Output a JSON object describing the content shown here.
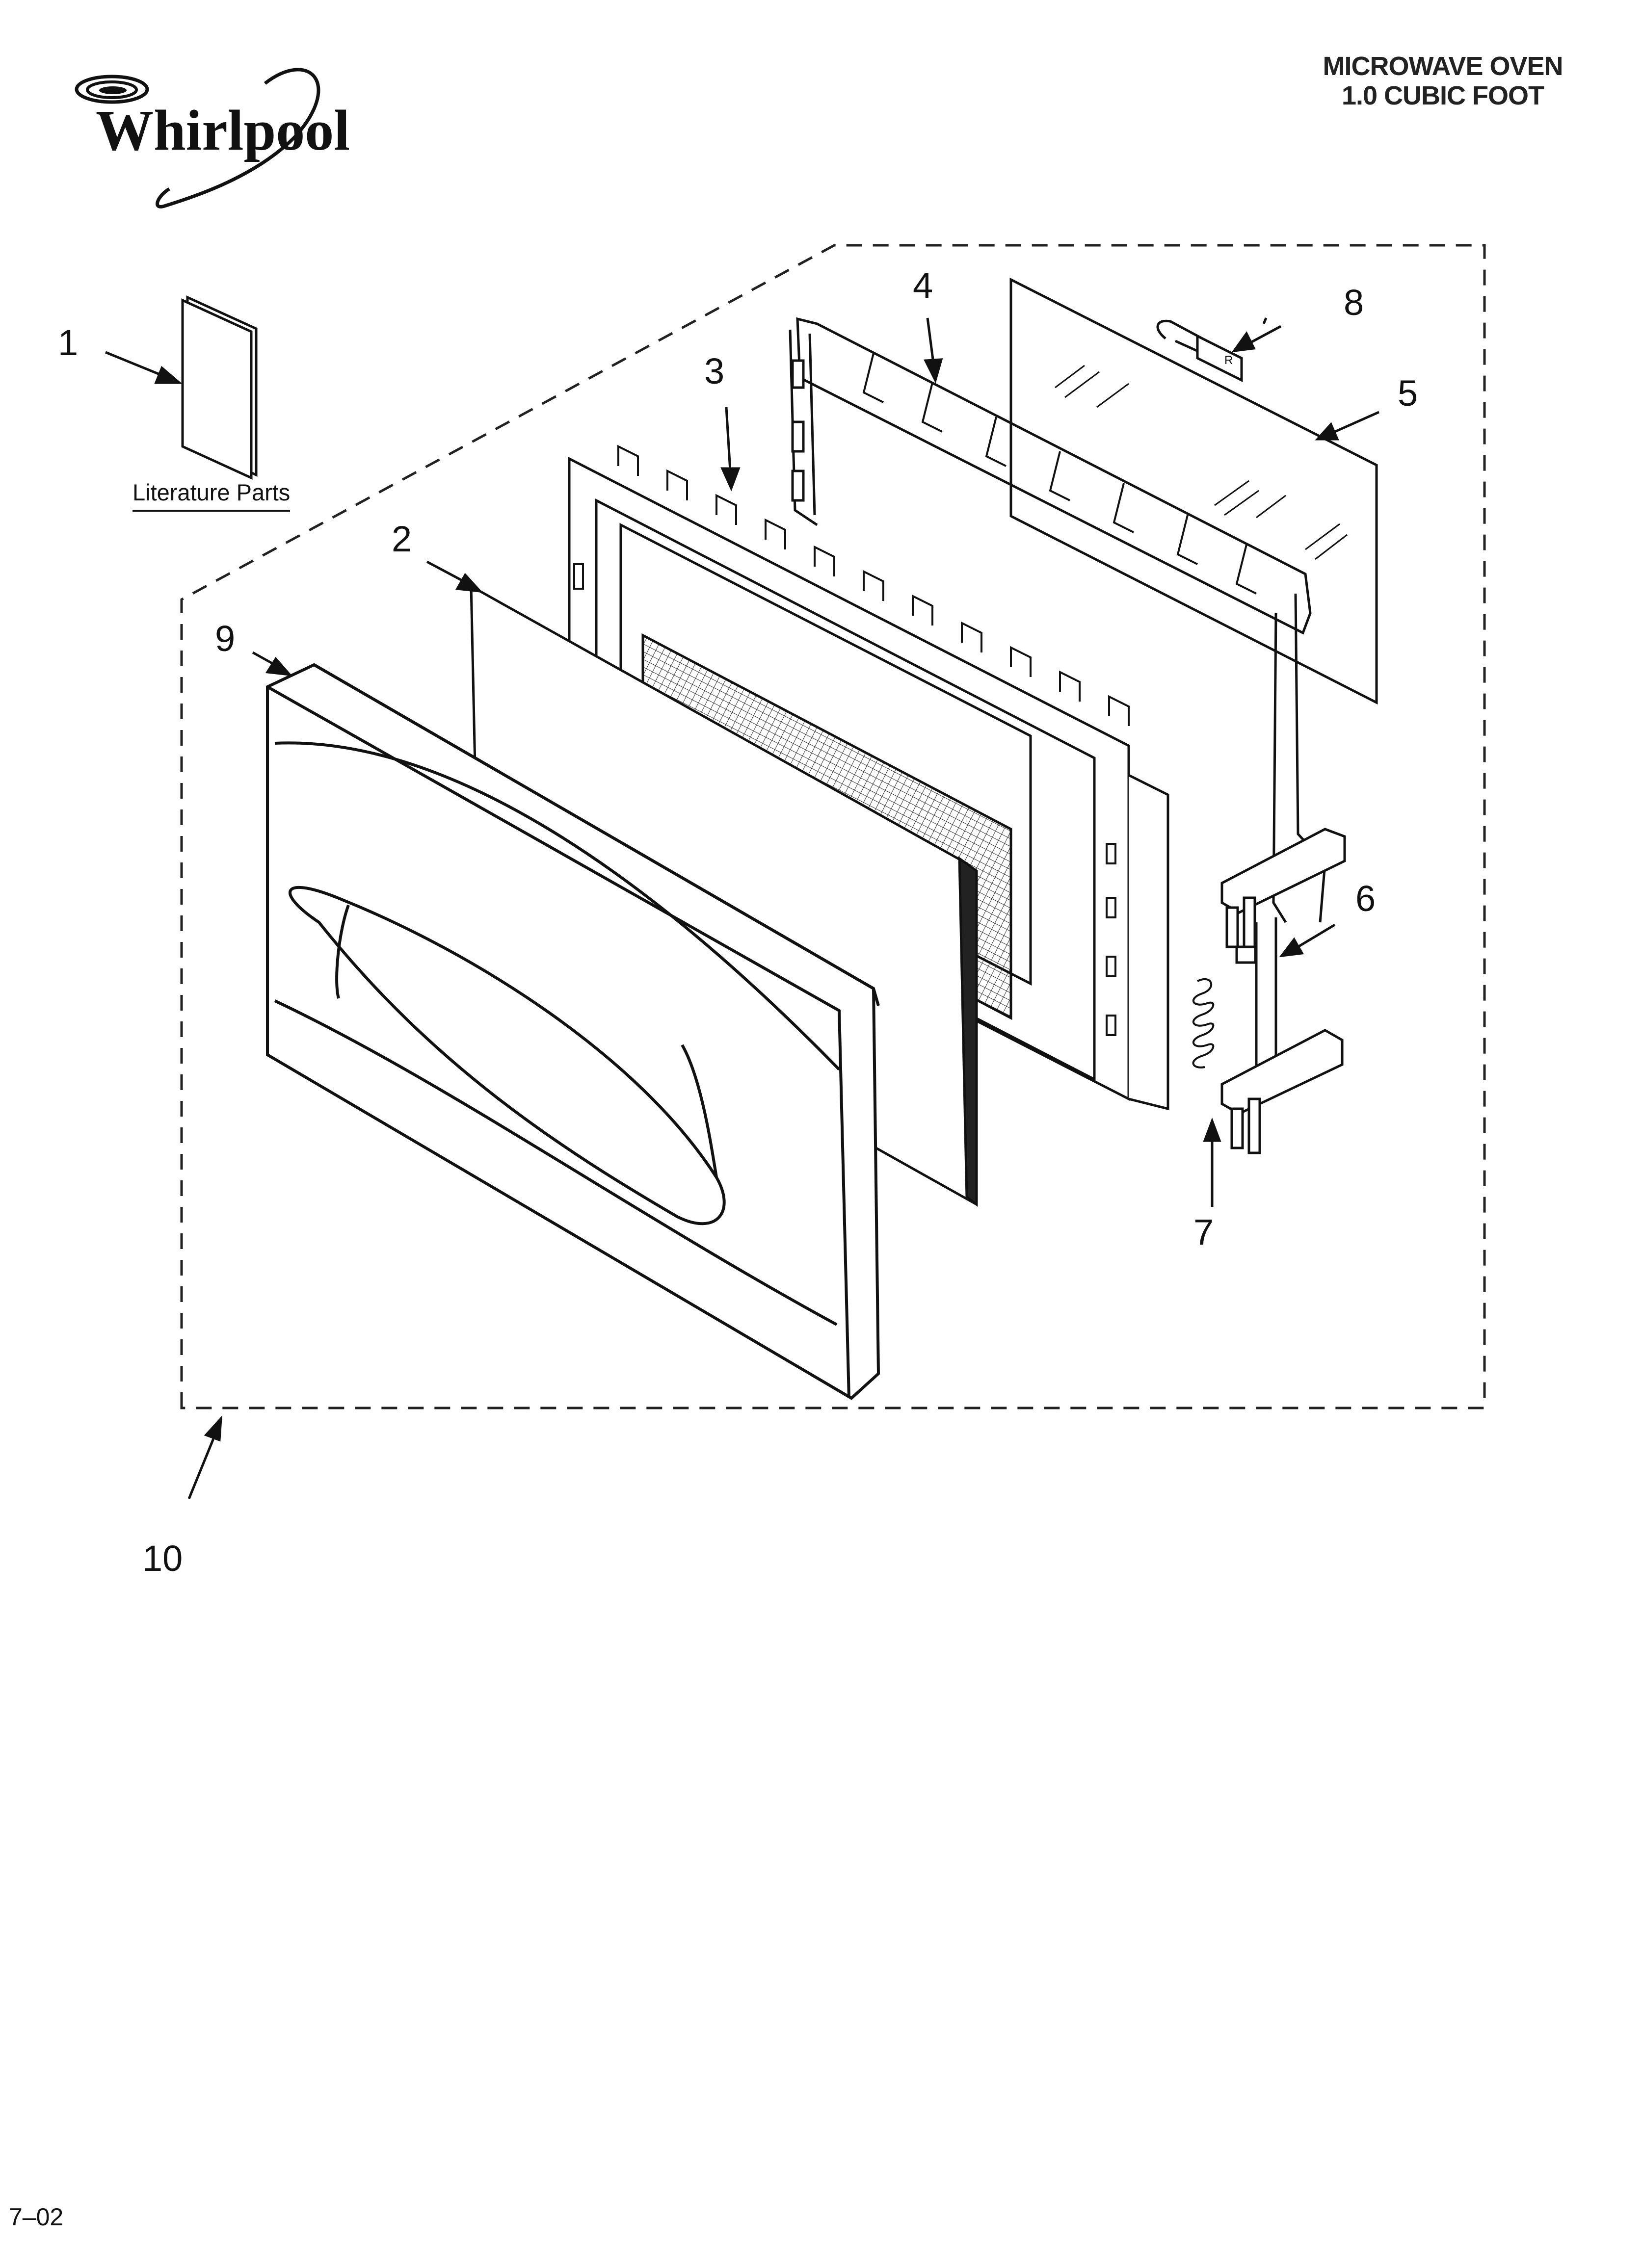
{
  "brand": {
    "name": "Whirlpool"
  },
  "header": {
    "line1": "MICROWAVE OVEN",
    "line2": "1.0 CUBIC FOOT"
  },
  "literature": {
    "label": "Literature Parts"
  },
  "callouts": [
    "1",
    "2",
    "3",
    "4",
    "5",
    "6",
    "7",
    "8",
    "9",
    "10"
  ],
  "footer": {
    "code": "7–02"
  }
}
